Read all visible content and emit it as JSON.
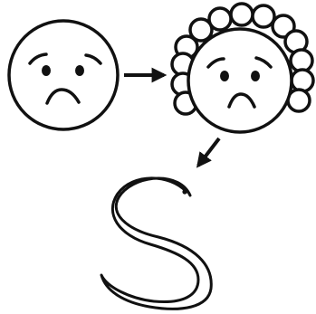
{
  "diagram": {
    "line_color": "#111111",
    "fill_color": "#ffffff",
    "nodes": [
      {
        "id": "sad-face",
        "icon": "sad-face-icon"
      },
      {
        "id": "sad-face-with-wig",
        "icon": "judge-wig-face-icon"
      },
      {
        "id": "snake-s",
        "icon": "snake-s-icon"
      }
    ],
    "connections": [
      {
        "from": "sad-face",
        "to": "sad-face-with-wig",
        "direction": "right"
      },
      {
        "from": "sad-face-with-wig",
        "to": "snake-s",
        "direction": "down-left"
      }
    ]
  }
}
